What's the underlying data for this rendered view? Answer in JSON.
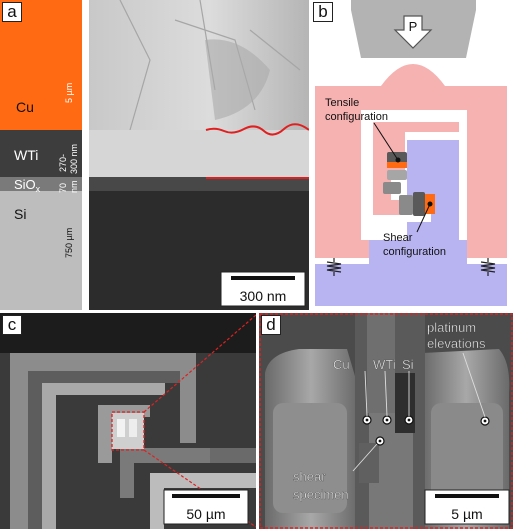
{
  "panels": {
    "a": {
      "label": "a",
      "layers": {
        "cu": "Cu",
        "wti": "WTi",
        "sio": "SiO",
        "sio_sub": "x",
        "si": "Si"
      },
      "thickness": {
        "cu": "5 µm",
        "wti_1": "270-",
        "wti_2": "300 nm",
        "sio_1": "70",
        "sio_2": "nm",
        "si": "750 µm"
      },
      "scalebar": "300 nm"
    },
    "b": {
      "label": "b",
      "force": "P",
      "tensile_1": "Tensile",
      "tensile_2": "configuration",
      "shear_1": "Shear",
      "shear_2": "configuration"
    },
    "c": {
      "label": "c",
      "scalebar": "50 µm"
    },
    "d": {
      "label": "d",
      "cu": "Cu",
      "wti": "WTi",
      "si": "Si",
      "platinum_1": "platinum",
      "platinum_2": "elevations",
      "shear_1": "shear",
      "shear_2": "specimen",
      "scalebar": "5 µm"
    }
  },
  "colors": {
    "cu_orange": "#ff6a13",
    "wti_dark": "#3d3d3d",
    "sio_gray": "#7a7a7a",
    "si_gray": "#bdbdbd",
    "frame_pink": "#f6b1b1",
    "base_blue": "#b7b4f1",
    "highlight_red": "#e02020"
  }
}
